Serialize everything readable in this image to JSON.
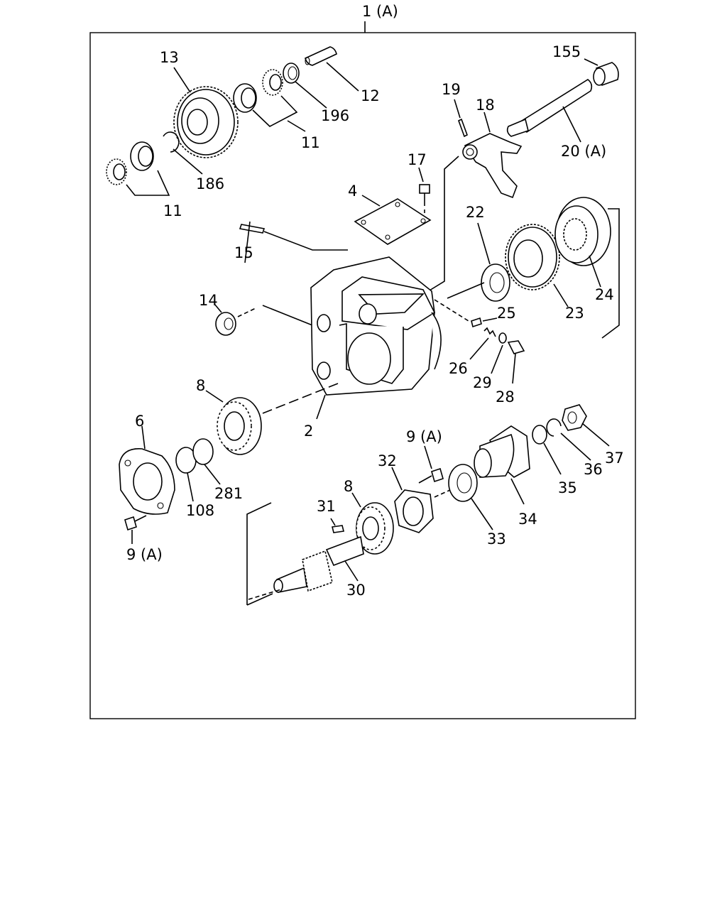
{
  "diagram": {
    "title": "1 (A)",
    "labels": [
      {
        "id": "13",
        "text": "13"
      },
      {
        "id": "186",
        "text": "186"
      },
      {
        "id": "11a",
        "text": "11"
      },
      {
        "id": "11b",
        "text": "11"
      },
      {
        "id": "196",
        "text": "196"
      },
      {
        "id": "12",
        "text": "12"
      },
      {
        "id": "155",
        "text": "155"
      },
      {
        "id": "19",
        "text": "19"
      },
      {
        "id": "18",
        "text": "18"
      },
      {
        "id": "20A",
        "text": "20 (A)"
      },
      {
        "id": "17",
        "text": "17"
      },
      {
        "id": "4",
        "text": "4"
      },
      {
        "id": "15",
        "text": "15"
      },
      {
        "id": "14",
        "text": "14"
      },
      {
        "id": "22",
        "text": "22"
      },
      {
        "id": "23",
        "text": "23"
      },
      {
        "id": "24",
        "text": "24"
      },
      {
        "id": "25",
        "text": "25"
      },
      {
        "id": "26",
        "text": "26"
      },
      {
        "id": "29",
        "text": "29"
      },
      {
        "id": "28",
        "text": "28"
      },
      {
        "id": "8a",
        "text": "8"
      },
      {
        "id": "2",
        "text": "2"
      },
      {
        "id": "6",
        "text": "6"
      },
      {
        "id": "108",
        "text": "108"
      },
      {
        "id": "281",
        "text": "281"
      },
      {
        "id": "9Aa",
        "text": "9 (A)"
      },
      {
        "id": "9Ab",
        "text": "9 (A)"
      },
      {
        "id": "32",
        "text": "32"
      },
      {
        "id": "8b",
        "text": "8"
      },
      {
        "id": "31",
        "text": "31"
      },
      {
        "id": "30",
        "text": "30"
      },
      {
        "id": "33",
        "text": "33"
      },
      {
        "id": "34",
        "text": "34"
      },
      {
        "id": "35",
        "text": "35"
      },
      {
        "id": "36",
        "text": "36"
      },
      {
        "id": "37",
        "text": "37"
      }
    ]
  }
}
